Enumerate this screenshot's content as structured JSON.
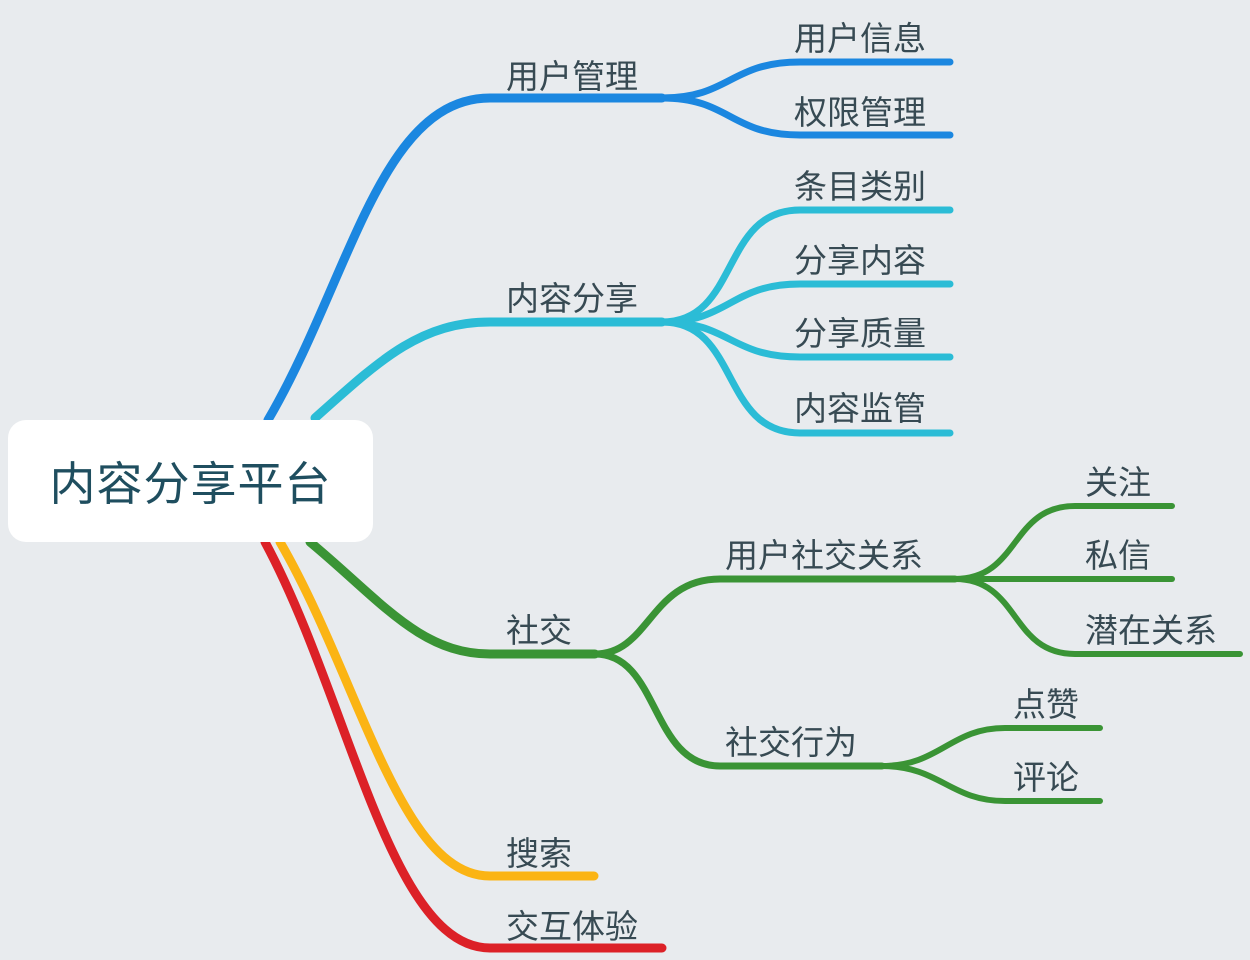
{
  "root": {
    "title": "内容分享平台"
  },
  "branches": {
    "user_mgmt": {
      "label": "用户管理",
      "color": "#1b87e0",
      "children": [
        "用户信息",
        "权限管理"
      ]
    },
    "content_share": {
      "label": "内容分享",
      "color": "#2bbcd6",
      "children": [
        "条目类别",
        "分享内容",
        "分享质量",
        "内容监管"
      ]
    },
    "social": {
      "label": "社交",
      "color": "#3a9435",
      "relations": {
        "label": "用户社交关系",
        "children": [
          "关注",
          "私信",
          "潜在关系"
        ]
      },
      "behavior": {
        "label": "社交行为",
        "children": [
          "点赞",
          "评论"
        ]
      }
    },
    "search": {
      "label": "搜索",
      "color": "#fbb414"
    },
    "interaction": {
      "label": "交互体验",
      "color": "#dc2127"
    }
  }
}
